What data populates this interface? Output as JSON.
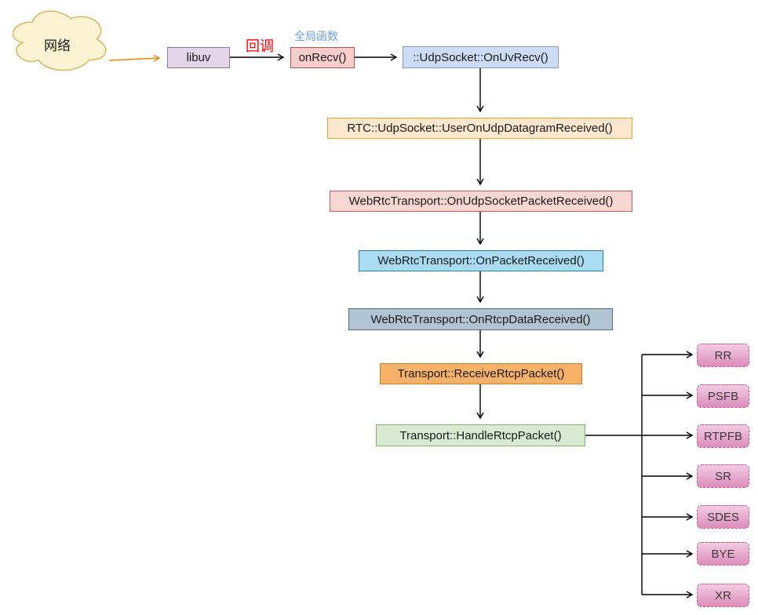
{
  "diagram": {
    "cloud": {
      "label": "网络"
    },
    "edge_labels": {
      "callback": "回调",
      "global_function": "全局函数"
    },
    "nodes": {
      "libuv": {
        "label": "libuv"
      },
      "onrecv": {
        "label": "onRecv()"
      },
      "on_uv_recv": {
        "label": "::UdpSocket::OnUvRecv()"
      },
      "user_on_udp_datagram": {
        "label": "RTC::UdpSocket::UserOnUdpDatagramReceived()"
      },
      "on_udp_socket_packet": {
        "label": "WebRtcTransport::OnUdpSocketPacketReceived()"
      },
      "on_packet_received": {
        "label": "WebRtcTransport::OnPacketReceived()"
      },
      "on_rtcp_data": {
        "label": "WebRtcTransport::OnRtcpDataReceived()"
      },
      "receive_rtcp_packet": {
        "label": "Transport::ReceiveRtcpPacket()"
      },
      "handle_rtcp_packet": {
        "label": "Transport::HandleRtcpPacket()"
      }
    },
    "rtcp_types": [
      "RR",
      "PSFB",
      "RTPFB",
      "SR",
      "SDES",
      "BYE",
      "XR"
    ],
    "colors": {
      "cloud_fill": "#fcf3d2",
      "cloud_stroke": "#d8b968",
      "libuv_fill": "#e1d5e7",
      "libuv_stroke": "#9673a6",
      "onrecv_fill": "#f8cecc",
      "onrecv_stroke": "#b85450",
      "onuvrecv_fill": "#cbdcf4",
      "onuvrecv_stroke": "#7e9cc8",
      "user_datagram_fill": "#fbe7ce",
      "user_datagram_stroke": "#efa432",
      "udp_packet_fill": "#f8d6d1",
      "udp_packet_stroke": "#c4625a",
      "packet_fill": "#a9dcf2",
      "packet_stroke": "#2b7fa8",
      "rtcp_data_fill": "#b0c4d4",
      "rtcp_data_stroke": "#54707e",
      "receive_rtcp_fill": "#f5b168",
      "receive_rtcp_stroke": "#c07f2f",
      "handle_rtcp_fill": "#d9ead3",
      "handle_rtcp_stroke": "#82b366",
      "rtcp_type_fill_top": "#f3cce1",
      "rtcp_type_fill_bottom": "#dc8cbc",
      "rtcp_type_stroke": "#c0619b",
      "arrow_black": "#000000",
      "arrow_orange": "#f08705",
      "label_callback": "#ff0000",
      "label_global": "#6d9eeb"
    }
  }
}
